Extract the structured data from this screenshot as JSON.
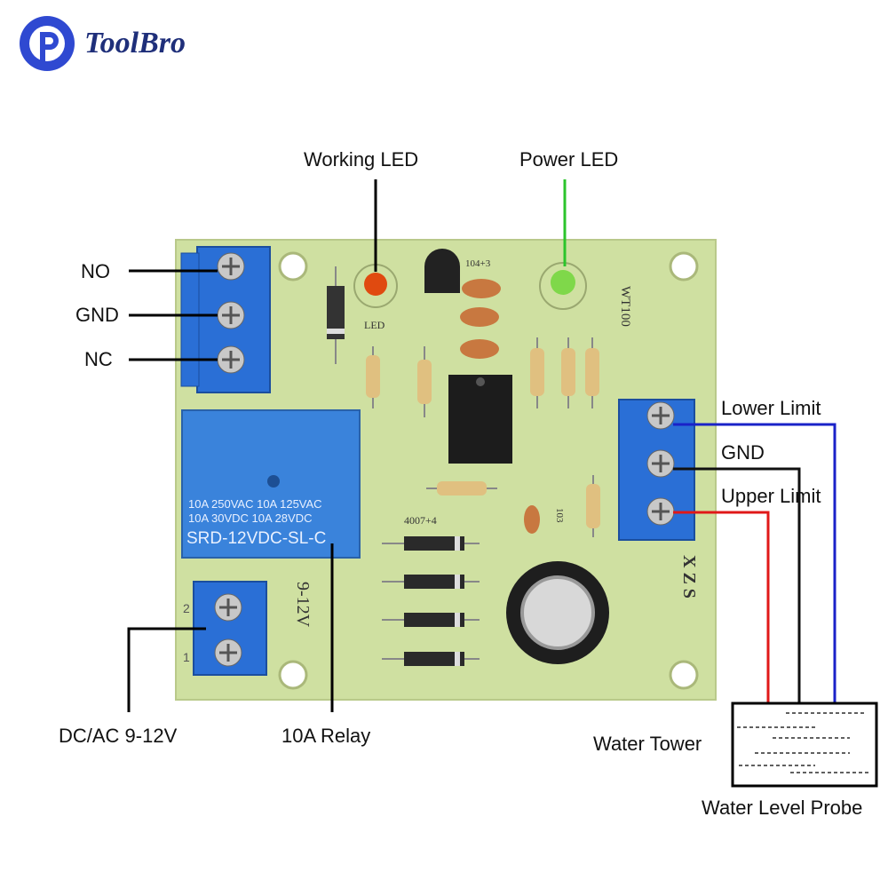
{
  "brand": {
    "name": "ToolBro",
    "logo_icon": "toolbro-logo-icon",
    "color": "#2f49d1"
  },
  "board": {
    "color": "#cfe0a1",
    "model_label": "WT100",
    "led_label": "LED",
    "cap_label": "104+3",
    "diode_label": "4007+4",
    "cap2_label": "103",
    "voltage_label": "9-12V",
    "probe_pins": "X Z S",
    "terminal_pin_1": "1",
    "terminal_pin_2": "2",
    "relay": {
      "line1": "10A 250VAC  10A 125VAC",
      "line2": "10A  30VDC  10A  28VDC",
      "model": "SRD-12VDC-SL-C"
    }
  },
  "callouts": {
    "working_led": "Working LED",
    "power_led": "Power LED",
    "no": "NO",
    "gnd_left": "GND",
    "nc": "NC",
    "lower_limit": "Lower Limit",
    "gnd_right": "GND",
    "upper_limit": "Upper Limit",
    "dc_ac": "DC/AC 9-12V",
    "relay": "10A Relay",
    "water_tower": "Water Tower",
    "water_level_probe": "Water Level Probe"
  },
  "wire_colors": {
    "lower_limit": "#1a22c8",
    "gnd": "#111111",
    "upper_limit": "#e01818"
  },
  "led_colors": {
    "working": "#e04a10",
    "power": "#7fd84a"
  }
}
